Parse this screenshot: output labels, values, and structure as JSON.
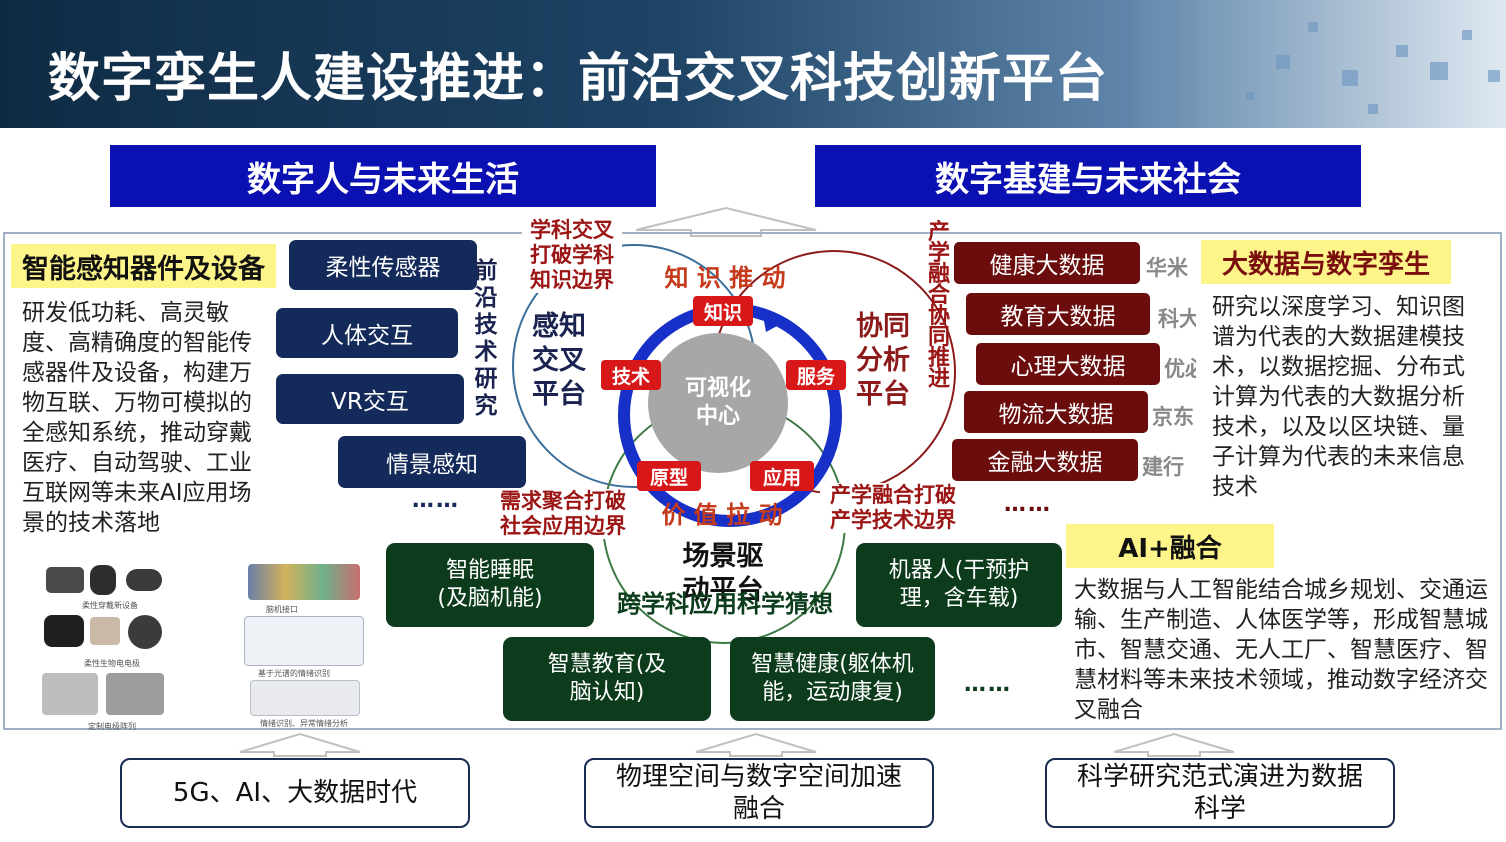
{
  "header": {
    "title": "数字孪生人建设推进：前沿交叉科技创新平台"
  },
  "banners": {
    "left": "数字人与未来生活",
    "right": "数字基建与未来社会"
  },
  "sensing": {
    "heading": "智能感知器件及设备",
    "description": "研发低功耗、高灵敏度、高精确度的智能传感器件及设备，构建万物互联、万物可模拟的全感知系统，推动穿戴医疗、自动驾驶、工业互联网等未来AI应用场景的技术落地",
    "items": [
      "柔性传感器",
      "人体交互",
      "VR交互",
      "情景感知"
    ],
    "figure_captions": [
      "柔性穿戴新设备",
      "柔性生物电电极",
      "定制电极阵列",
      "脑机接口",
      "基于光谱的情绪识别",
      "情绪识别、异常情绪分析"
    ]
  },
  "bigdata": {
    "heading": "大数据与数字孪生",
    "description": "研究以深度学习、知识图谱为代表的大数据建模技术，以数据挖掘、分布式计算为代表的大数据分析技术，以及以区块链、量子计算为代表的未来信息技术",
    "items": [
      "健康大数据",
      "教育大数据",
      "心理大数据",
      "物流大数据",
      "金融大数据"
    ],
    "partners": [
      "华米",
      "科大",
      "优必",
      "京东",
      "建行"
    ]
  },
  "ai": {
    "heading": "AI+融合",
    "description": "大数据与人工智能结合城乡规划、交通运输、生产制造、人体医学等，形成智慧城市、智慧交通、无人工厂、智慧医疗、智慧材料等未来技术领域，推动数字经济交叉融合"
  },
  "center_diagram": {
    "center": "可视化中心",
    "platforms": {
      "perception": "感知交叉平台",
      "collaboration": "协同分析平台",
      "scenario": "场景驱动平台"
    },
    "tags": [
      "知识",
      "技术",
      "服务",
      "原型",
      "应用"
    ],
    "arc_top": "知 识 推 动",
    "arc_bottom": "价 值 拉 动",
    "curved_left": "前沿技术研究",
    "curved_right": "产学融合协同推进",
    "curved_bottom": "跨学科应用科学猜想",
    "boundaries": {
      "subject": "学科交叉打破学科知识边界",
      "demand": "需求聚合打破社会应用边界",
      "industry": "产学融合打破产学技术边界"
    }
  },
  "applications": [
    "智能睡眠(及脑机能)",
    "智慧教育(及脑认知)",
    "智慧健康(躯体机能，运动康复)",
    "机器人(干预护理，含车载)"
  ],
  "ellipsis": "……",
  "foundations": [
    "5G、AI、大数据时代",
    "物理空间与数字空间加速融合",
    "科学研究范式演进为数据科学"
  ]
}
